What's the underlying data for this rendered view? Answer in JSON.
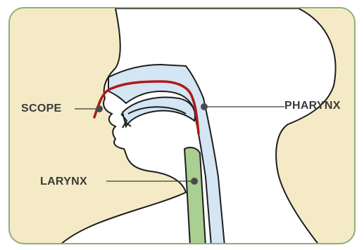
{
  "diagram": {
    "labels": {
      "scope": "SCOPE",
      "pharynx": "PHARYNX",
      "larynx": "LARYNX"
    },
    "colors": {
      "background": "#f4ebc6",
      "frame": "#8fae7e",
      "head": "#ffffff",
      "airway": "#d4e5f3",
      "larynx": "#a9cf92",
      "scope_line": "#b01a1a",
      "outline": "#1e1e1e",
      "marker": "#4a4a4a"
    }
  }
}
